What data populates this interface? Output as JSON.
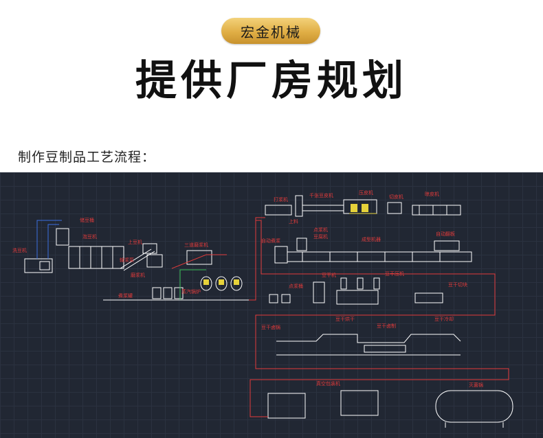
{
  "header": {
    "badge": "宏金机械",
    "title": "提供厂房规划",
    "subtitle": "制作豆制品工艺流程："
  },
  "diagram": {
    "labels": {
      "wash": "洗豆机",
      "tank1": "储豆桶",
      "soak": "泡豆机",
      "grinder_up": "上豆机",
      "sep": "三道磨浆机",
      "pump": "输浆泵",
      "mill": "磨浆机",
      "cooker": "煮浆罐",
      "boiler": "蒸汽锅炉",
      "r1_a": "打浆机",
      "r1_b": "千张豆皮机",
      "r1_c": "压皮机",
      "r1_d": "切皮机",
      "r1_e": "晾皮机",
      "r1_f": "上料",
      "r2_a": "自动煮浆",
      "r2_b": "点浆机",
      "r2_c": "豆腐机",
      "r2_d": "成型机器",
      "r2_e": "自动翻板",
      "r3_a": "点浆桶",
      "r3_b": "豆干机",
      "r3_c": "豆干压机",
      "r3_d": "豆干切块",
      "r4_a": "豆干卤锅",
      "r4_b": "豆干烘干",
      "r4_c": "豆干卤制",
      "r4_d": "豆干冷却",
      "r5_a": "真空包装机",
      "r5_b": "灭菌锅"
    }
  },
  "colors": {
    "badge": "#e0ae45",
    "cad_bg": "#212733",
    "label": "#e23b3b",
    "machine": "#ffffff",
    "pipe_red": "#e23b3b",
    "pipe_blue": "#3b6fe2",
    "pipe_green": "#3bbf5a",
    "yellow": "#e6d23a"
  }
}
